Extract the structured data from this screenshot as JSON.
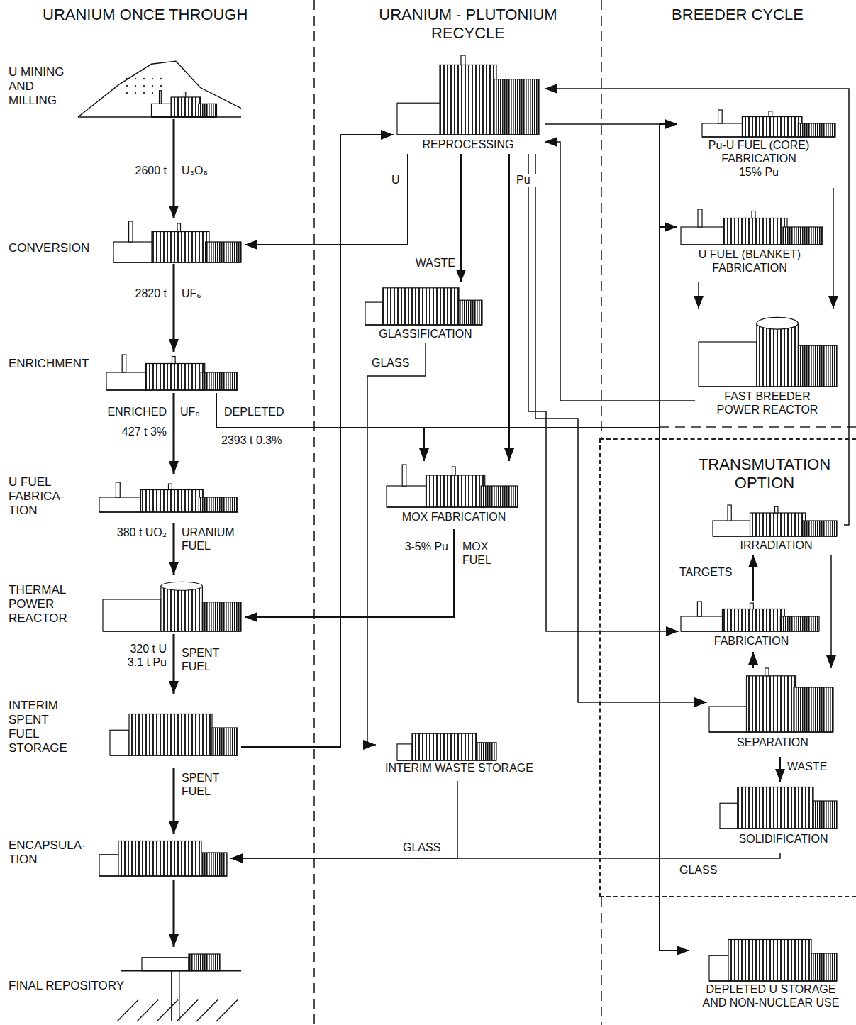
{
  "diagram": {
    "nodes": [
      {
        "text": [
          "U MINING AND MILLING"
        ]
      },
      {
        "text": [
          "CONVERSION"
        ]
      },
      {
        "text": [
          "ENRICHMENT"
        ]
      },
      {
        "text": [
          "U FUEL FABRICA- TION"
        ]
      },
      {
        "text": [
          "THERMAL POWER REACTOR"
        ]
      },
      {
        "text": [
          "INTERIM SPENT FUEL STORAGE"
        ]
      },
      {
        "text": [
          "ENCAPSULA- TION"
        ]
      },
      {
        "text": [
          "FINAL REPOSITORY"
        ]
      },
      {
        "text": [
          "REPROCESSING"
        ]
      },
      {
        "text": [
          "GLASSIFICATION"
        ]
      },
      {
        "text": [
          "MOX FABRICATION"
        ]
      },
      {
        "text": [
          "INTERIM WASTE STORAGE"
        ]
      },
      {
        "text": [
          "Pu-U FUEL (CORE) FABRICATION",
          "15% Pu"
        ]
      },
      {
        "text": [
          "U FUEL (BLANKET) FABRICATION"
        ]
      },
      {
        "text": [
          "FAST BREEDER POWER REACTOR"
        ]
      },
      {
        "text": [
          "TRANSMUTATION OPTION"
        ]
      },
      {
        "text": [
          "IRRADIATION"
        ],
        "in": 15
      },
      {
        "text": [
          "FABRICATION"
        ],
        "in": 15
      },
      {
        "text": [
          "SEPARATION"
        ],
        "in": 15
      },
      {
        "text": [
          "SOLIDIFICATION"
        ],
        "in": 15
      },
      {
        "text": [
          "DEPLETED U STORAGE AND NON-NUCLEAR USE"
        ]
      }
    ],
    "edges": [
      {
        "from": 0,
        "to": 1,
        "arrow": "to",
        "label": "2600 t"
      },
      {
        "from": 1,
        "to": 2,
        "arrow": "to",
        "label": "2820 t"
      },
      {
        "from": 2,
        "to": 3,
        "arrow": "to",
        "label": "427 t 3%"
      },
      {
        "from": 3,
        "to": 4,
        "arrow": "to",
        "label": "380 t UO₂"
      },
      {
        "from": 4,
        "to": 5,
        "arrow": "to",
        "label": "320 t U 3.1 t Pu"
      },
      {
        "from": 5,
        "to": 6,
        "arrow": "to",
        "label": "SPENT FUEL"
      },
      {
        "from": 6,
        "to": 7,
        "arrow": "to"
      },
      {
        "from": 2,
        "to": 10,
        "arrow": "to",
        "label": "2393 t 0.3%"
      },
      {
        "from": 2,
        "to": 12,
        "arrow": "to"
      },
      {
        "from": 2,
        "to": 13,
        "arrow": "to"
      },
      {
        "from": 2,
        "to": 20,
        "arrow": "to"
      },
      {
        "from": 5,
        "to": 8,
        "arrow": "to"
      },
      {
        "from": 8,
        "to": 1,
        "arrow": "to",
        "label": "U"
      },
      {
        "from": 8,
        "to": 9,
        "arrow": "to",
        "label": "WASTE"
      },
      {
        "from": 8,
        "to": 10,
        "arrow": "to",
        "label": "Pu"
      },
      {
        "from": 8,
        "to": 12,
        "arrow": "to"
      },
      {
        "from": 9,
        "to": 11,
        "arrow": "to",
        "label": "GLASS"
      },
      {
        "from": 10,
        "to": 4,
        "arrow": "to",
        "label": "3-5% Pu"
      },
      {
        "from": 11,
        "to": 6,
        "arrow": "to",
        "label": "GLASS"
      },
      {
        "from": 12,
        "to": 14,
        "arrow": "to"
      },
      {
        "from": 13,
        "to": 14,
        "arrow": "to"
      },
      {
        "from": 14,
        "to": 8,
        "arrow": "to"
      },
      {
        "from": 16,
        "to": 8,
        "arrow": "to"
      },
      {
        "from": 8,
        "to": 17,
        "arrow": "to"
      },
      {
        "from": 8,
        "to": 18,
        "arrow": "to"
      },
      {
        "from": 18,
        "to": 17,
        "arrow": "to"
      },
      {
        "from": 17,
        "to": 16,
        "arrow": "to",
        "label": "TARGETS"
      },
      {
        "from": 16,
        "to": 18,
        "arrow": "to"
      },
      {
        "from": 18,
        "to": 19,
        "arrow": "to",
        "label": "WASTE"
      },
      {
        "from": 19,
        "to": 6,
        "arrow": "to",
        "label": "GLASS"
      }
    ],
    "labels": [
      "URANIUM ONCE THROUGH",
      "URANIUM - PLUTONIUM RECYCLE",
      "BREEDER CYCLE",
      "U₃O₈",
      "UF₆",
      "ENRICHED",
      "UF₆",
      "DEPLETED",
      "URANIUM FUEL",
      "SPENT FUEL",
      "MOX FUEL"
    ]
  }
}
